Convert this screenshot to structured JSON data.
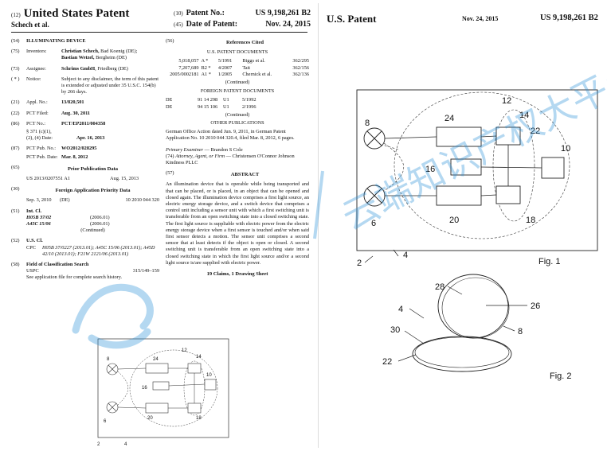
{
  "header": {
    "kind_code_left": "(12)",
    "title": "United States Patent",
    "inventor_short": "Schech et al.",
    "patent_no_code": "(10)",
    "patent_no_label": "Patent No.:",
    "patent_no": "US 9,198,261 B2",
    "date_code": "(45)",
    "date_label": "Date of Patent:",
    "date": "Nov. 24, 2015"
  },
  "fields": {
    "f54": {
      "code": "(54)",
      "value": "ILLUMINATING DEVICE"
    },
    "f75": {
      "code": "(75)",
      "label": "Inventors:",
      "line1": "Christian Schech,",
      "line1b": " Bad Koenig (DE);",
      "line2": "Bastian Wetzel,",
      "line2b": " Bergheim (DE)"
    },
    "f73": {
      "code": "(73)",
      "label": "Assignee:",
      "name": "Schrims GmbH",
      "place": ", Friedberg (DE)"
    },
    "notice": {
      "code": "( * )",
      "label": "Notice:",
      "text": "Subject to any disclaimer, the term of this patent is extended or adjusted under 35 U.S.C. 154(b) by 266 days."
    },
    "f21": {
      "code": "(21)",
      "label": "Appl. No.:",
      "value": "13/820,501"
    },
    "f22": {
      "code": "(22)",
      "label": "PCT Filed:",
      "value": "Aug. 30, 2011"
    },
    "f86": {
      "code": "(86)",
      "label": "PCT No.:",
      "value": "PCT/EP2011/004358",
      "s1": "§ 371 (c)(1),",
      "s2": "(2), (4) Date:",
      "s2v": "Apr. 16, 2013"
    },
    "f87": {
      "code": "(87)",
      "label": "PCT Pub. No.:",
      "value": "WO2012/028295",
      "s1": "PCT Pub. Date:",
      "s1v": "Mar. 8, 2012"
    },
    "f65": {
      "code": "(65)",
      "heading": "Prior Publication Data",
      "row": "US 2013/0207551 A1",
      "rowv": "Aug. 15, 2013"
    },
    "f30": {
      "code": "(30)",
      "heading": "Foreign Application Priority Data",
      "row": "Sep. 3, 2010",
      "rowc": "(DE)",
      "rowv": "10 2010 044 320"
    },
    "f51": {
      "code": "(51)",
      "heading": "Int. Cl.",
      "c1": "H05B 37/02",
      "c1v": "(2006.01)",
      "c2": "A45C 15/06",
      "c2v": "(2006.01)",
      "cont": "(Continued)"
    },
    "f52": {
      "code": "(52)",
      "heading": "U.S. Cl.",
      "cpc_label": "CPC",
      "cpc": "H05B 37/0227 (2013.01); A45C 15/06 (2013.01); A45D 42/10 (2013.01); F21W 2121/06 (2013.01)"
    },
    "f58": {
      "code": "(58)",
      "heading": "Field of Classification Search",
      "uspc_label": "USPC",
      "uspc": "315/149–159",
      "see": "See application file for complete search history."
    }
  },
  "references": {
    "code": "(56)",
    "heading": "References Cited",
    "us_heading": "U.S. PATENT DOCUMENTS",
    "us": [
      {
        "num": "5,018,057",
        "kind": "A *",
        "date": "5/1991",
        "name": "Biggs et al.",
        "cls": "362/295"
      },
      {
        "num": "7,207,689",
        "kind": "B2 *",
        "date": "4/2007",
        "name": "Tait",
        "cls": "362/156"
      },
      {
        "num": "2005/0002181",
        "kind": "A1 *",
        "date": "1/2005",
        "name": "Chernick et al.",
        "cls": "362/136"
      }
    ],
    "continued": "(Continued)",
    "foreign_heading": "FOREIGN PATENT DOCUMENTS",
    "foreign": [
      {
        "cc": "DE",
        "num": "91 14 298",
        "kind": "U1",
        "date": "5/1992"
      },
      {
        "cc": "DE",
        "num": "94 15 106",
        "kind": "U1",
        "date": "2/1996"
      }
    ],
    "other_heading": "OTHER PUBLICATIONS",
    "other": "German Office Action dated Jun. 9, 2011, in German Patent Application No. 10 2010 044 320.4, filed Mar. 8, 2012, 6 pages."
  },
  "examiner": {
    "primary_label": "Primary Examiner",
    "primary": "— Brandon S Cole",
    "attorney_code": "(74)",
    "attorney_label": "Attorney, Agent, or Firm",
    "attorney": "— Christensen O'Connor Johnson Kindness PLLC"
  },
  "abstract": {
    "code": "(57)",
    "heading": "ABSTRACT",
    "text": "An illumination device that is operable while being transported and that can be placed, or is placed, in an object that can be opened and closed again. The illumination device comprises a first light source, an electric energy storage device, and a switch device that comprises a control unit including a sensor unit with which a first switching unit is transferable from an open switching state into a closed switching state. The first light source is suppliable with electric power from the electric energy storage device when a first sensor is touched and/or when said first sensor detects a motion. The sensor unit comprises a second sensor that at least detects if the object is open or closed. A second switching unit is transferable from an open switching state into a closed switching state in which the first light source and/or a second light source is/are supplied with electric power.",
    "claims": "19 Claims, 1 Drawing Sheet"
  },
  "page2": {
    "title": "U.S. Patent",
    "date": "Nov. 24, 2015",
    "number": "US 9,198,261 B2"
  },
  "fig1": {
    "caption": "Fig. 1",
    "labels": {
      "l2": "2",
      "l4": "4",
      "l6": "6",
      "l8": "8",
      "l10": "10",
      "l12": "12",
      "l14": "14",
      "l16": "16",
      "l18": "18",
      "l20": "20",
      "l22": "22",
      "l24": "24"
    }
  },
  "fig1_small": {
    "labels": {
      "l2": "2",
      "l4": "4",
      "l6": "6",
      "l8": "8",
      "l10": "10",
      "l12": "12",
      "l14": "14",
      "l16": "16",
      "l18": "18",
      "l20": "20",
      "l24": "24"
    }
  },
  "fig2": {
    "caption": "Fig. 2",
    "labels": {
      "l4": "4",
      "l8": "8",
      "l22": "22",
      "l26": "26",
      "l28": "28",
      "l30": "30"
    }
  },
  "watermark": {
    "text_cjk": "云端知识产权大平台",
    "color": "#2a8fd6"
  }
}
